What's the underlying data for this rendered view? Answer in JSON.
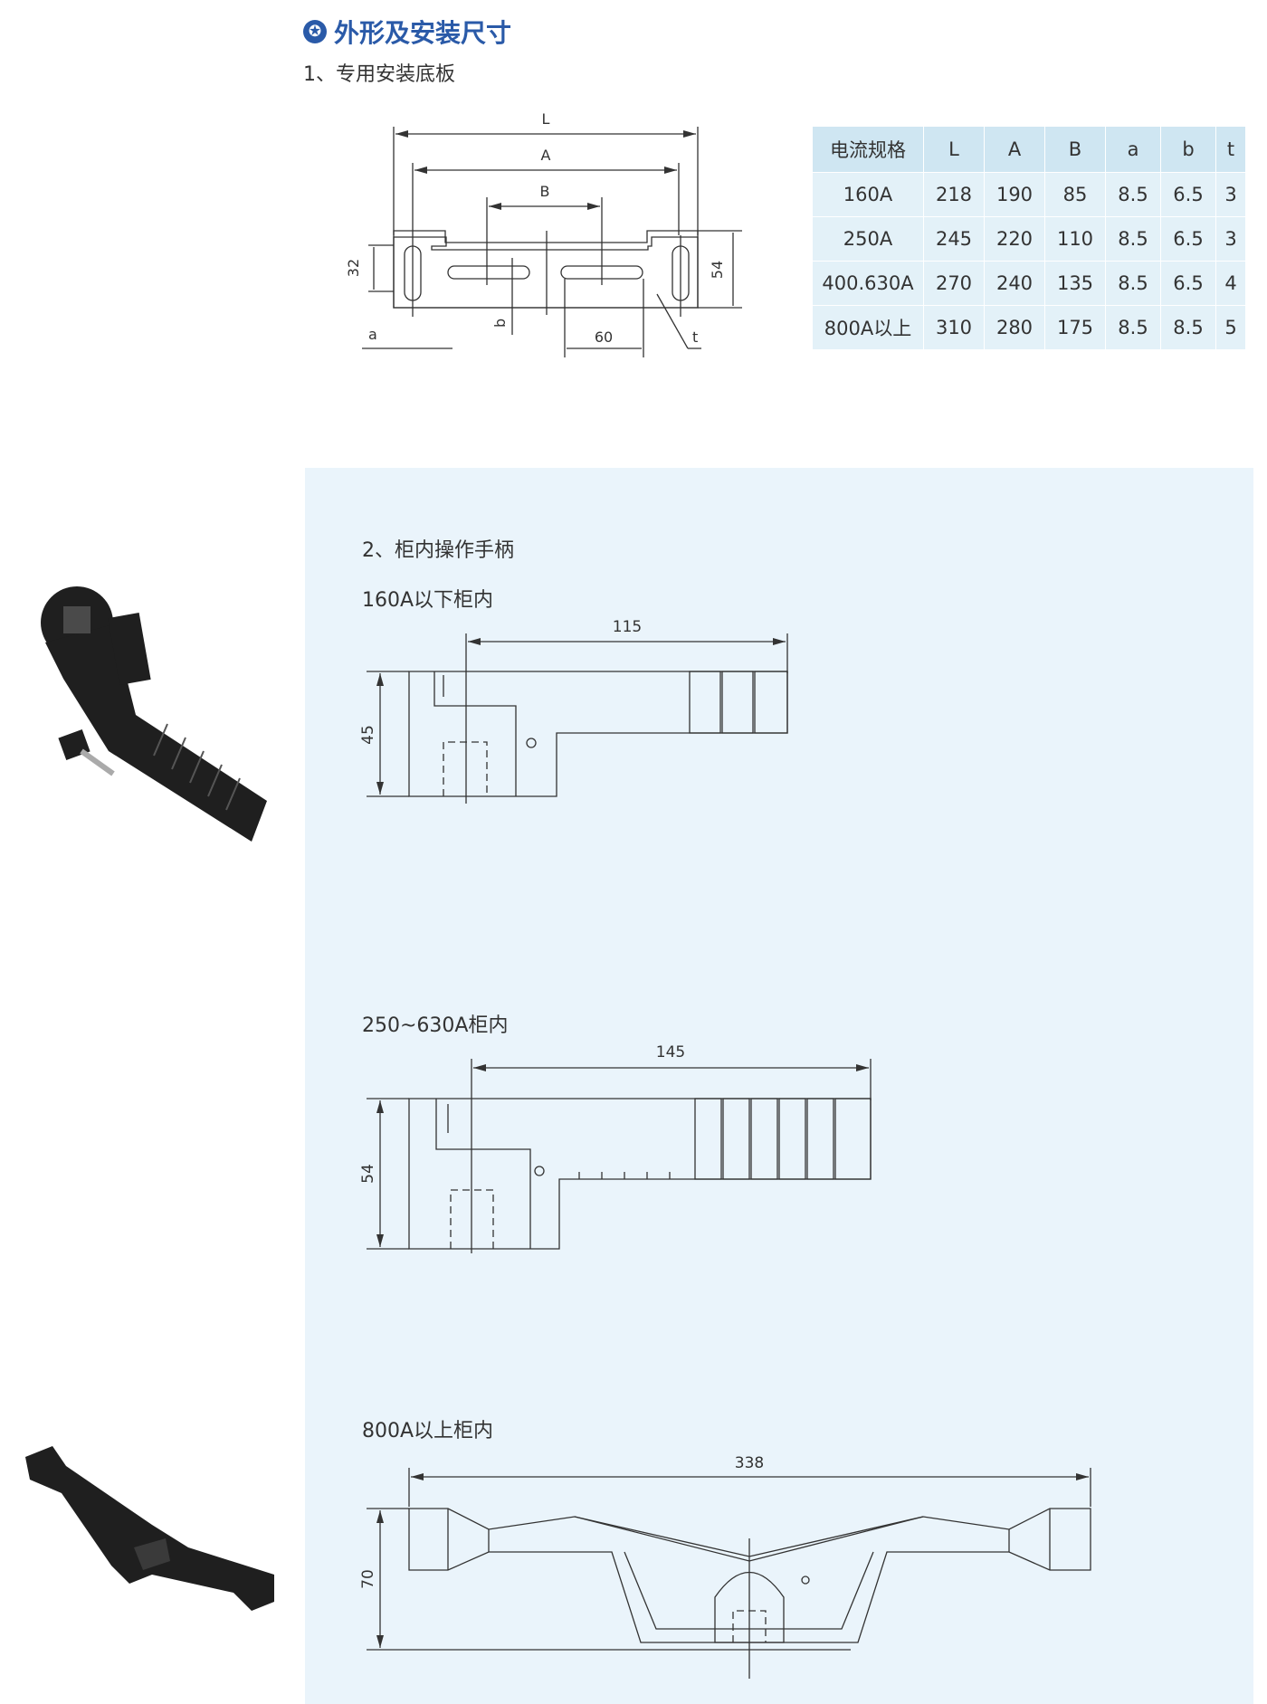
{
  "section": {
    "title": "外形及安装尺寸",
    "icon": "star-icon"
  },
  "part1": {
    "title": "1、专用安装底板"
  },
  "drawing1": {
    "L": "L",
    "A": "A",
    "B": "B",
    "h32": "32",
    "h54": "54",
    "a": "a",
    "b": "b",
    "d60": "60",
    "t": "t"
  },
  "spec_table": {
    "headers": [
      "电流规格",
      "L",
      "A",
      "B",
      "a",
      "b",
      "t"
    ],
    "rows": [
      [
        "160A",
        "218",
        "190",
        "85",
        "8.5",
        "6.5",
        "3"
      ],
      [
        "250A",
        "245",
        "220",
        "110",
        "8.5",
        "6.5",
        "3"
      ],
      [
        "400.630A",
        "270",
        "240",
        "135",
        "8.5",
        "6.5",
        "4"
      ],
      [
        "800A以上",
        "310",
        "280",
        "175",
        "8.5",
        "8.5",
        "5"
      ]
    ]
  },
  "part2": {
    "title": "2、柜内操作手柄"
  },
  "handle1": {
    "title": "160A以下柜内",
    "dim_len": "115",
    "dim_h": "45"
  },
  "handle2": {
    "title": "250~630A柜内",
    "dim_len": "145",
    "dim_h": "54"
  },
  "handle3": {
    "title": "800A以上柜内",
    "dim_len": "338",
    "dim_h": "70"
  },
  "colors": {
    "accent": "#2a5aa8",
    "panel_bg": "#eaf4fb",
    "table_header": "#cfe6f2",
    "table_row": "#e3f1f8"
  }
}
